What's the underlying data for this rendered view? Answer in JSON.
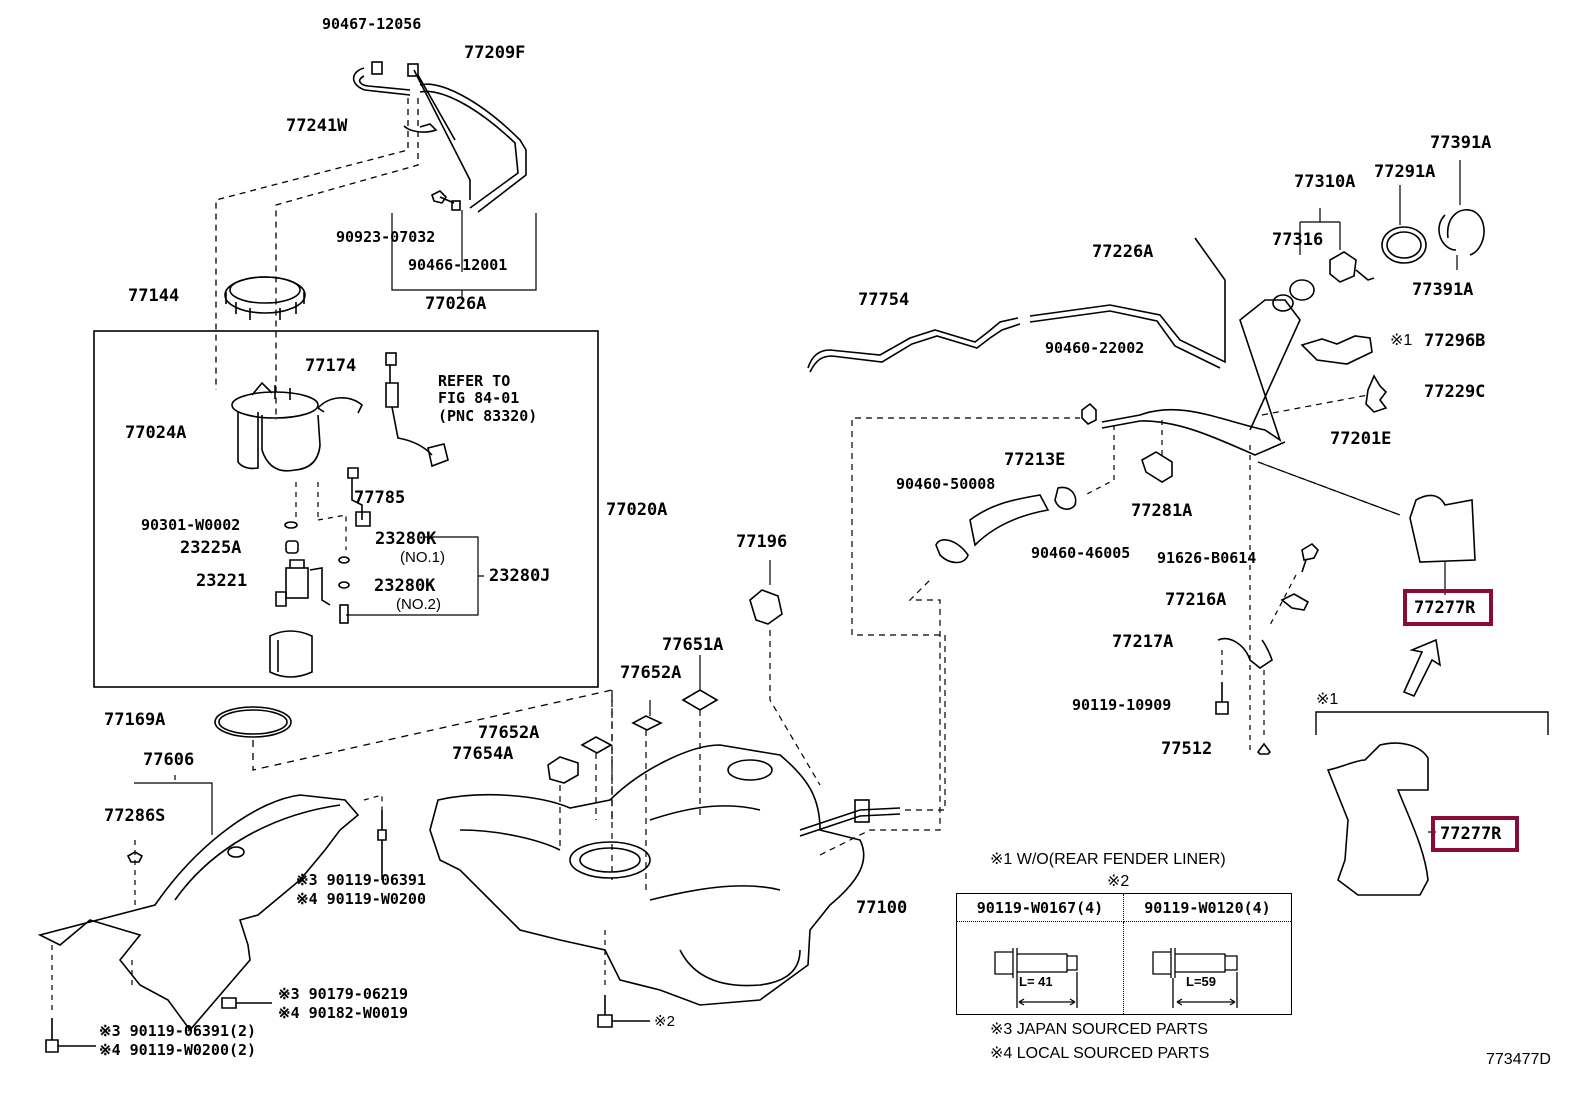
{
  "figure_id": "773477D",
  "highlight_color": "#8b0a3a",
  "labels": {
    "p90467_12056": "90467-12056",
    "p77209F": "77209F",
    "p77241W": "77241W",
    "p90923_07032": "90923-07032",
    "p90466_12001": "90466-12001",
    "p77026A": "77026A",
    "p77144": "77144",
    "p77174": "77174",
    "p77024A": "77024A",
    "p77785": "77785",
    "p90301_W0002": "90301-W0002",
    "p23225A": "23225A",
    "p23221": "23221",
    "p23280K_1": "23280K",
    "p23280K_1_note": "(NO.1)",
    "p23280K_2": "23280K",
    "p23280K_2_note": "(NO.2)",
    "p23280J": "23280J",
    "p77020A": "77020A",
    "p77169A": "77169A",
    "p77606": "77606",
    "p77286S": "77286S",
    "p77196": "77196",
    "p77651A": "77651A",
    "p77652A_top": "77652A",
    "p77652A_left": "77652A",
    "p77654A": "77654A",
    "p77100": "77100",
    "p77754": "77754",
    "p77226A": "77226A",
    "p90460_22002": "90460-22002",
    "p77213E": "77213E",
    "p90460_50008": "90460-50008",
    "p90460_46005": "90460-46005",
    "p77281A": "77281A",
    "p77310A": "77310A",
    "p77316": "77316",
    "p77291A": "77291A",
    "p77391A_top": "77391A",
    "p77391A_bottom": "77391A",
    "p77296B": "77296B",
    "p77296B_note": "※1",
    "p77229C": "77229C",
    "p77201E": "77201E",
    "p91626_B0614": "91626-B0614",
    "p77216A": "77216A",
    "p77217A": "77217A",
    "p90119_10909": "90119-10909",
    "p77512": "77512",
    "p77277R_top": "77277R",
    "p77277R_bottom": "77277R",
    "note1_mark": "※1",
    "shield_bolt_a3": "※3 90119-06391",
    "shield_bolt_a4": "※4 90119-W0200",
    "shield_nut_3": "※3 90179-06219",
    "shield_nut_4": "※4 90182-W0019",
    "shield_bolt_b3": "※3 90119-06391(2)",
    "shield_bolt_b4": "※4 90119-W0200(2)",
    "tank_bolt_note": "※2"
  },
  "refer": {
    "line1": "REFER TO",
    "line2": "FIG 84-01",
    "line3": "(PNC 83320)"
  },
  "legend": {
    "note1": "※1 W/O(REAR FENDER LINER)",
    "note2": "※2",
    "note3": "※3 JAPAN SOURCED PARTS",
    "note4": "※4 LOCAL SOURCED PARTS",
    "table": {
      "col1_part": "90119-W0167(4)",
      "col2_part": "90119-W0120(4)",
      "col1_length": "L= 41",
      "col2_length": "L=59"
    }
  }
}
